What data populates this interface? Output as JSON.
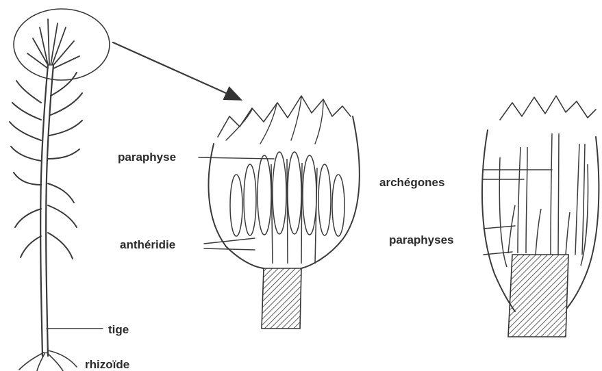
{
  "labels": {
    "paraphyse": "paraphyse",
    "antheridie": "anthéridie",
    "archegones": "archégones",
    "paraphyses": "paraphyses",
    "tige": "tige",
    "rhizoide": "rhizoïde"
  }
}
